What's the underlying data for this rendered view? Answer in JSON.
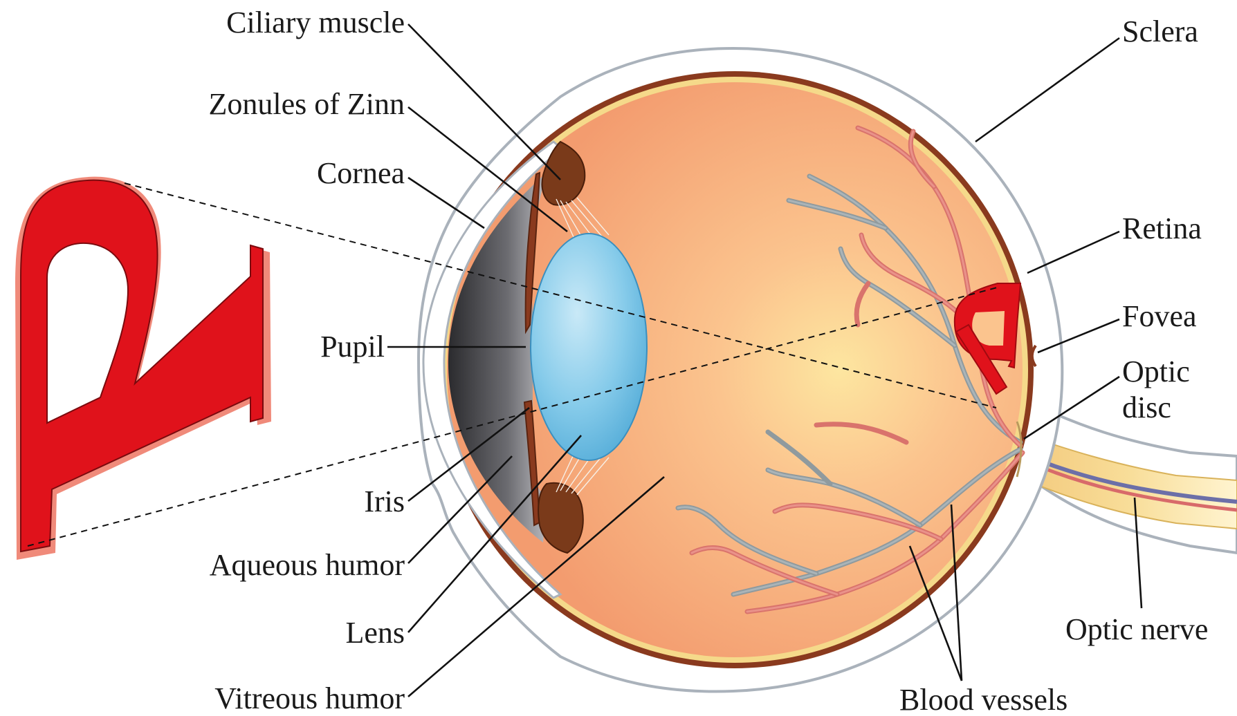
{
  "labels": {
    "ciliary_muscle": "Ciliary muscle",
    "zonules": "Zonules of Zinn",
    "cornea": "Cornea",
    "pupil": "Pupil",
    "iris": "Iris",
    "aqueous_humor": "Aqueous humor",
    "lens": "Lens",
    "vitreous_humor": "Vitreous humor",
    "sclera": "Sclera",
    "retina": "Retina",
    "fovea": "Fovea",
    "optic_disc_line1": "Optic",
    "optic_disc_line2": "disc",
    "optic_nerve": "Optic nerve",
    "blood_vessels": "Blood vessels"
  },
  "object_letter": "R",
  "colors": {
    "letter_red": "#e0121b",
    "letter_edge": "#f08a7a",
    "vitreous": "#f6a878",
    "fovea_glow": "#fde6a0",
    "retina_line": "#f5d98a",
    "choroid": "#8a3a1e",
    "lens_blue": "#7cc6e8",
    "aqueous_gray": "#6f6f73",
    "ciliary_brown": "#7a3a1a",
    "sclera_outline": "#aab2bb",
    "optic_nerve": "#f8dc90"
  }
}
